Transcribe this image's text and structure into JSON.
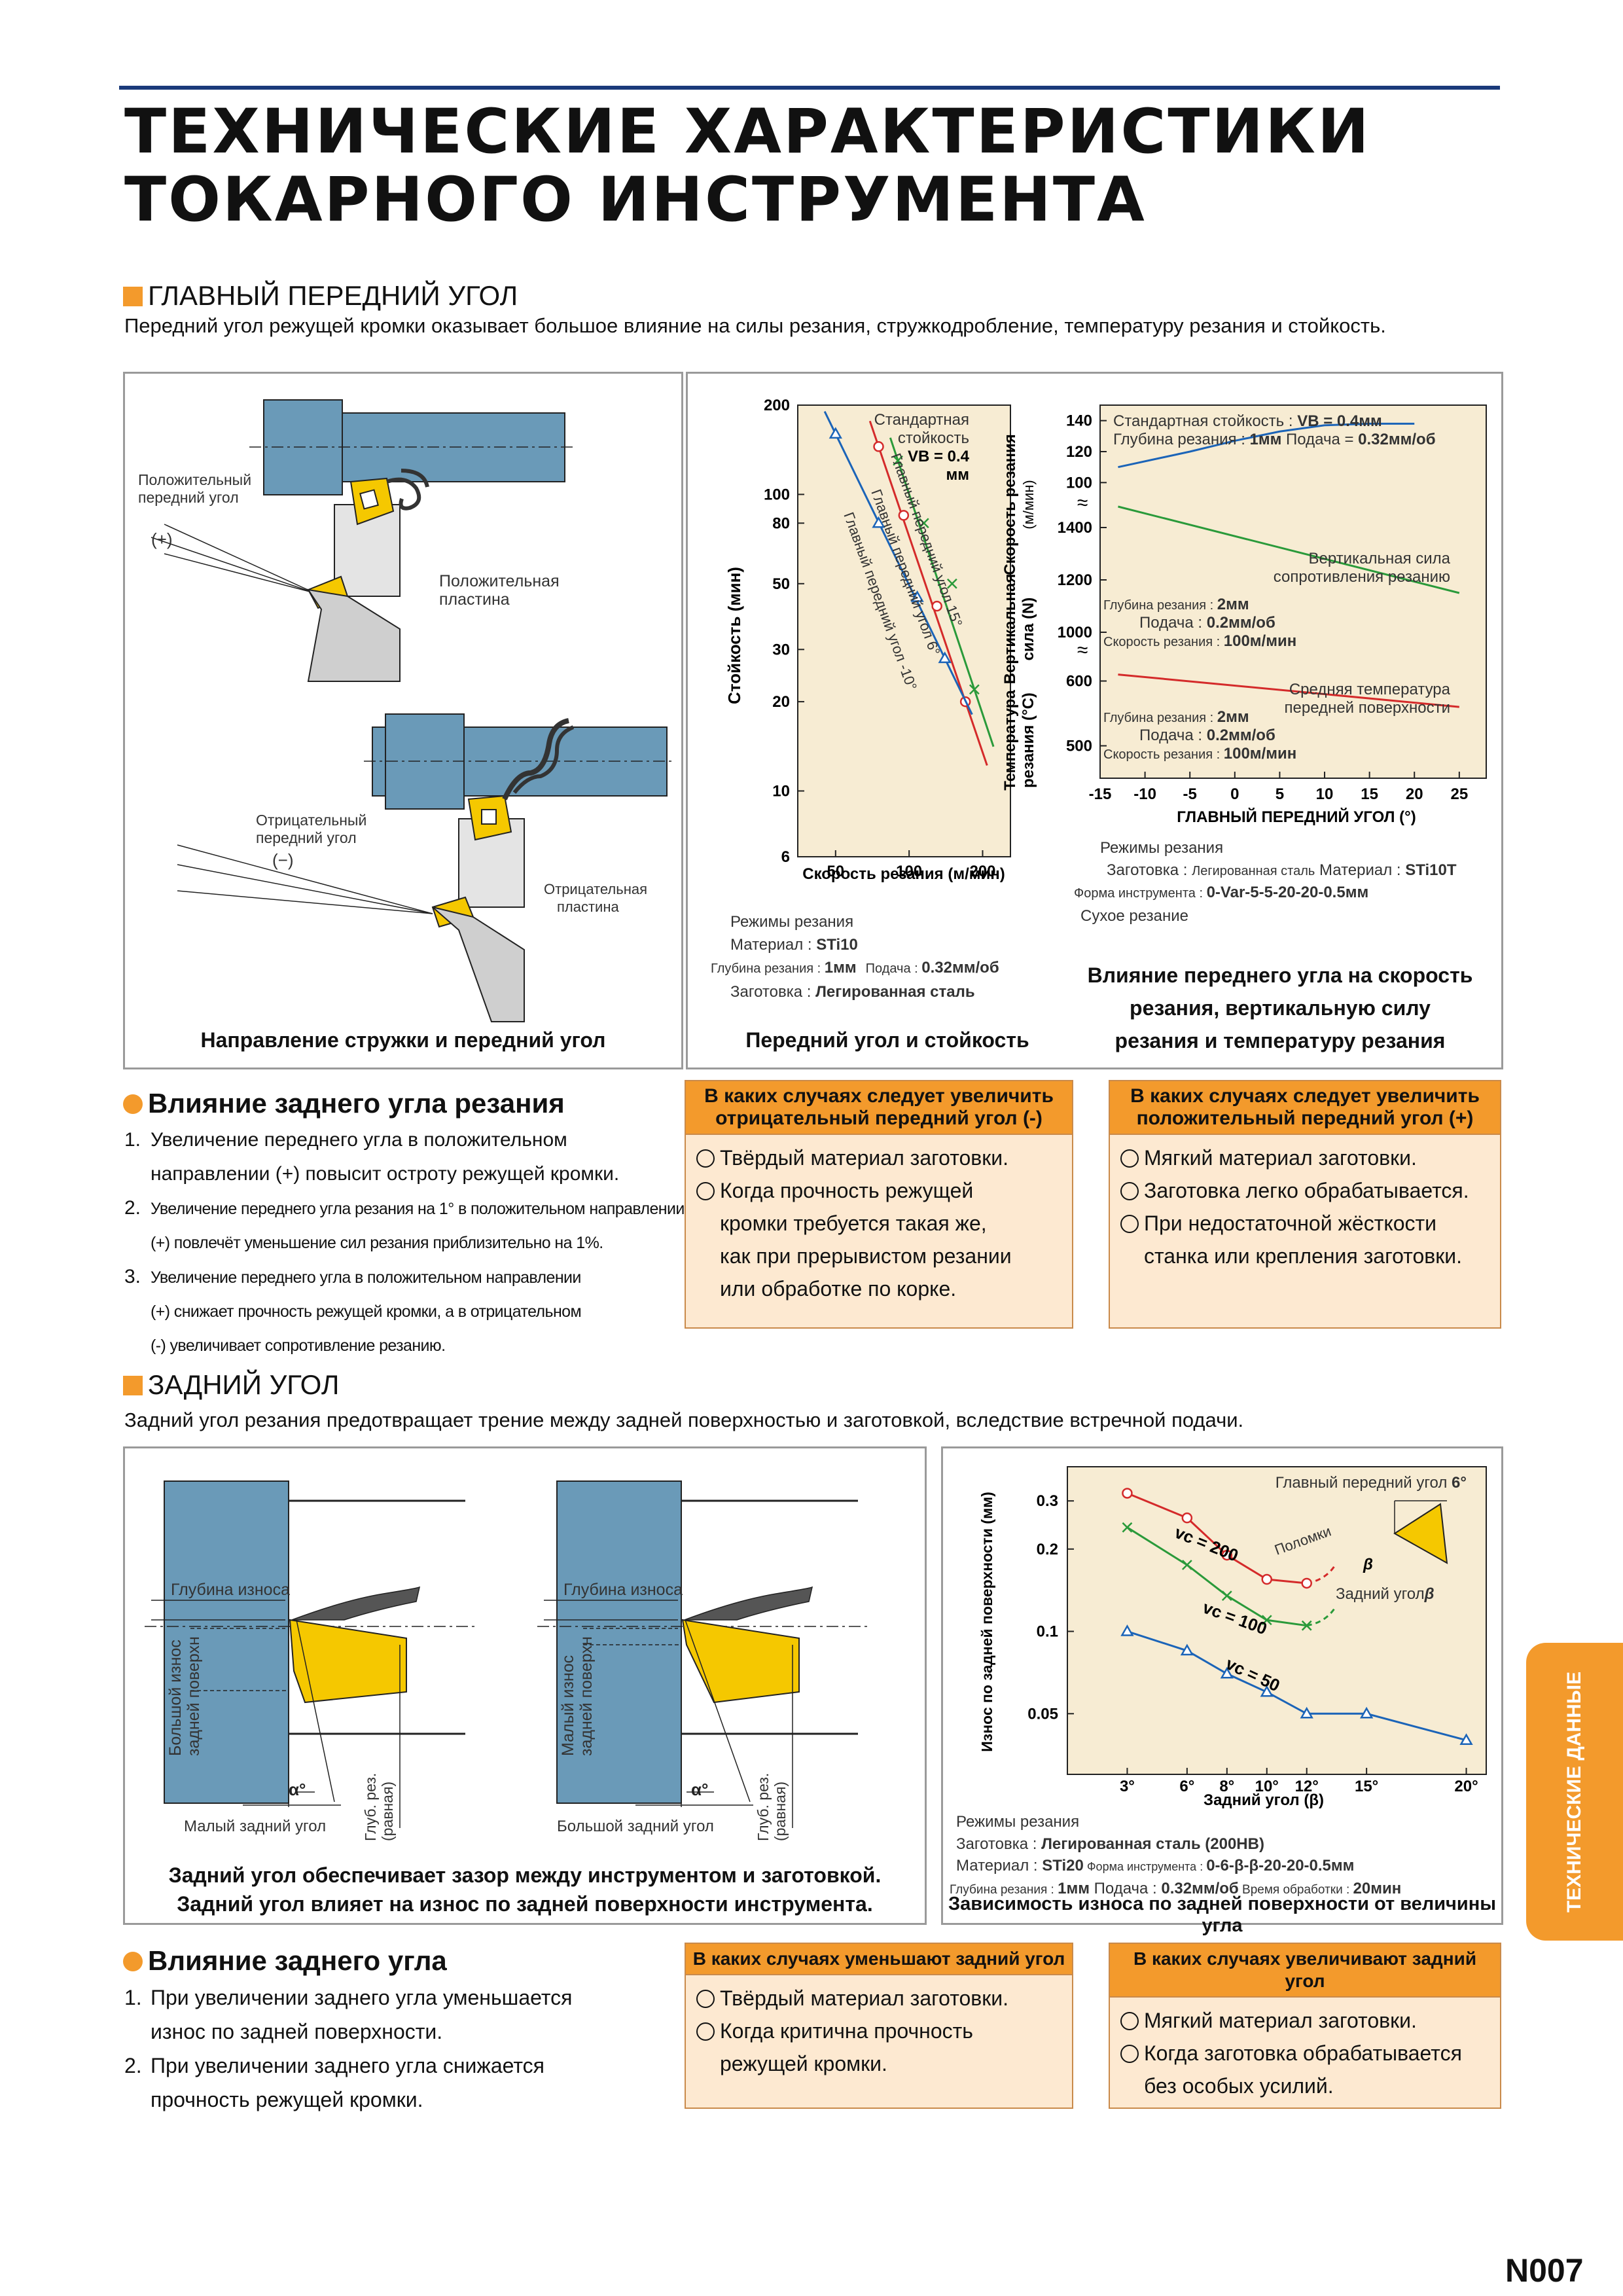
{
  "header": {
    "title_line1": "ТЕХНИЧЕСКИЕ ХАРАКТЕРИСТИКИ",
    "title_line2": "ТОКАРНОГО ИНСТРУМЕНТА"
  },
  "rake": {
    "heading": "ГЛАВНЫЙ ПЕРЕДНИЙ УГОЛ",
    "text": "Передний угол режущей кромки оказывает большое влияние на силы резания, стружкодробление, температуру резания и стойкость.",
    "fig1": {
      "pos_label": [
        "Положительный",
        "передний угол"
      ],
      "plus": "(+)",
      "pos_insert": [
        "Положительная",
        "пластина"
      ],
      "neg_label": [
        "Отрицательный",
        "передний угол"
      ],
      "minus": "(−)",
      "neg_insert": [
        "Отрицательная",
        "пластина"
      ],
      "caption": "Направление стружки и передний угол"
    },
    "fig2": {
      "ylabel": "Стойкость (мин)",
      "xlabel": "Скорость резания (м/мин)",
      "yticks": [
        "200",
        "100",
        "80",
        "50",
        "30",
        "20",
        "10",
        "6"
      ],
      "xticks": [
        "50",
        "100",
        "200"
      ],
      "note": [
        "Стандартная",
        "стойкость",
        "VB = 0.4",
        "мм"
      ],
      "lines": [
        "Главный передний угол 15°",
        "Главный передний угол 6°",
        "Главный передний угол -10°"
      ],
      "cond_title": "Режимы резания",
      "cond_mat_k": "Материал : ",
      "cond_mat_v": "STi10",
      "cond_depth_k": "Глубина резания : ",
      "cond_depth_v": "1мм",
      "cond_feed_k": "Подача : ",
      "cond_feed_v": "0.32мм/об",
      "cond_wp_k": "Заготовка : ",
      "cond_wp_v": "Легированная сталь",
      "caption": "Передний угол и стойкость"
    },
    "fig3": {
      "ylabel1": "Скорость резания",
      "ylabel1u": "(м/мин)",
      "ylabel2": "Вертикальная",
      "ylabel2b": "сила (N)",
      "ylabel3": "Температура",
      "ylabel3b": "резания (°C)",
      "top_note1_k": "Стандартная стойкость : ",
      "top_note1_v": "VB = 0.4мм",
      "top_note2_k": "Глубина резания : ",
      "top_note2_v": "1мм",
      "top_note2_k2": "  Подача = ",
      "top_note2_v2": "0.32мм/об",
      "speed_ticks": [
        "140",
        "120",
        "100"
      ],
      "force_ticks": [
        "1400",
        "1200",
        "1000"
      ],
      "temp_ticks": [
        "600",
        "500"
      ],
      "approx": "≈",
      "force_label": [
        "Вертикальная сила",
        "сопротивления резанию"
      ],
      "force_cond": {
        "d_k": "Глубина резания : ",
        "d_v": "2мм",
        "f_k": "Подача : ",
        "f_v": "0.2мм/об",
        "s_k": "Скорость резания : ",
        "s_v": "100м/мин"
      },
      "temp_label": [
        "Средняя температура",
        "передней поверхности"
      ],
      "temp_cond": {
        "d_k": "Глубина резания : ",
        "d_v": "2мм",
        "f_k": "Подача : ",
        "f_v": "0.2мм/об",
        "s_k": "Скорость резания : ",
        "s_v": "100м/мин"
      },
      "xticks": [
        "-15",
        "-10",
        "-5",
        "0",
        "5",
        "10",
        "15",
        "20",
        "25"
      ],
      "xlabel": "ГЛАВНЫЙ ПЕРЕДНИЙ УГОЛ (°)",
      "cond_title": "Режимы резания",
      "cond_wp_k": "Заготовка : ",
      "cond_wp_v": "Легированная сталь",
      "cond_mat_k": "  Материал : ",
      "cond_mat_v": "STi10T",
      "cond_shape_k": "Форма инструмента : ",
      "cond_shape_v": "0-Var-5-5-20-20-0.5мм",
      "cond_dry": "Сухое резание",
      "caption": [
        "Влияние переднего угла на скорость",
        "резания, вертикальную силу",
        "резания и температуру резания"
      ]
    },
    "effect": {
      "heading": "Влияние заднего угла резания",
      "items": [
        {
          "n": "1.",
          "l1": "Увеличение переднего угла в положительном",
          "l2": "направлении (+) повысит остроту режущей кромки."
        },
        {
          "n": "2.",
          "l1": "Увеличение переднего угла резания на 1° в положительном направлении",
          "l2": "(+) повлечёт уменьшение сил резания приблизительно на 1%."
        },
        {
          "n": "3.",
          "l1": "Увеличение переднего угла в положительном направлении",
          "l2": "(+) снижает прочность режущей кромки, а в отрицательном",
          "l3": "(-) увеличивает сопротивление резанию."
        }
      ]
    },
    "box_neg": {
      "title1": "В каких случаях следует увеличить",
      "title2": "отрицательный передний угол (-)",
      "i1": "Твёрдый материал заготовки.",
      "i2a": "Когда прочность режущей",
      "i2b": "кромки требуется такая же,",
      "i2c": "как при прерывистом резании",
      "i2d": "или обработке по корке."
    },
    "box_pos": {
      "title1": "В каких случаях следует увеличить",
      "title2": "положительный передний угол (+)",
      "i1": "Мягкий материал заготовки.",
      "i2": "Заготовка легко обрабатывается.",
      "i3a": "При недостаточной жёсткости",
      "i3b": "станка или крепления заготовки."
    }
  },
  "relief": {
    "heading": "ЗАДНИЙ УГОЛ",
    "text": "Задний угол резания предотвращает трение между задней поверхностью и заготовкой, вследствие встречной подачи.",
    "fig1": {
      "wear_depth": "Глубина износа",
      "big_wear": [
        "Большой износ",
        "задней поверхн"
      ],
      "small_relief": "Малый задний угол",
      "small_wear": [
        "Малый износ",
        "задней поверхн"
      ],
      "big_relief": "Большой задний угол",
      "alpha": "α°",
      "depth_eq": [
        "Глуб. рез.",
        "(равная)"
      ],
      "caption1": "Задний угол обеспечивает зазор между инструментом и заготовкой.",
      "caption2": "Задний угол влияет на износ по задней поверхности инструмента."
    },
    "fig2": {
      "ylabel": "Износ по задней поверхности (мм)",
      "yticks": [
        "0.3",
        "0.2",
        "0.1",
        "0.05"
      ],
      "xticks": [
        "3°",
        "6°",
        "8°",
        "10°",
        "12°",
        "15°",
        "20°"
      ],
      "xlabel": "Задний угол (β)",
      "rake_note_k": "Главный передний угол ",
      "rake_note_v": "6°",
      "breakage": "Поломки",
      "beta": "β",
      "relief_label_k": "Задний угол",
      "relief_label_v": "β",
      "series": [
        "vc = 200",
        "vc = 100",
        "vc = 50"
      ],
      "cond_title": "Режимы резания",
      "cond_wp_k": "Заготовка : ",
      "cond_wp_v": "Легированная сталь (200HB)",
      "cond_mat_k": "Материал : ",
      "cond_mat_v": "STi20",
      "cond_shape_k": " Форма инструмента : ",
      "cond_shape_v": "0-6-β-β-20-20-0.5мм",
      "cond_d_k": "Глубина резания : ",
      "cond_d_v": "1мм",
      "cond_f_k": "    Подача : ",
      "cond_f_v": "0.32мм/об",
      "cond_t_k": "   Время обработки : ",
      "cond_t_v": "20мин",
      "caption": "Зависимость износа по задней поверхности от величины угла"
    },
    "effect": {
      "heading": "Влияние заднего угла",
      "items": [
        {
          "n": "1.",
          "l1": "При увеличении заднего угла уменьшается",
          "l2": "износ по задней поверхности."
        },
        {
          "n": "2.",
          "l1": "При увеличении заднего угла снижается",
          "l2": "прочность режущей кромки."
        }
      ]
    },
    "box_dec": {
      "title": "В каких случаях уменьшают задний угол",
      "i1": "Твёрдый материал заготовки.",
      "i2a": "Когда критична прочность",
      "i2b": "режущей кромки."
    },
    "box_inc": {
      "title": "В каких случаях увеличивают задний угол",
      "i1": "Мягкий материал заготовки.",
      "i2a": "Когда заготовка обрабатывается",
      "i2b": "без особых усилий."
    }
  },
  "side_tab": "ТЕХНИЧЕСКИЕ ДАННЫЕ",
  "page_number": "N007",
  "chart_data": [
    {
      "type": "line",
      "title": "Передний угол и стойкость",
      "xlabel": "Скорость резания (м/мин)",
      "ylabel": "Стойкость (мин)",
      "x_scale": "log",
      "y_scale": "log",
      "xlim": [
        35,
        260
      ],
      "ylim": [
        6,
        200
      ],
      "series": [
        {
          "name": "Главный передний угол 15°",
          "color": "#2a9a3a",
          "marker": "x",
          "x": [
            90,
            115,
            150,
            185
          ],
          "y": [
            130,
            80,
            50,
            22
          ]
        },
        {
          "name": "Главный передний угол 6°",
          "color": "#d42a2a",
          "marker": "o",
          "x": [
            75,
            95,
            130,
            170
          ],
          "y": [
            145,
            85,
            42,
            20
          ]
        },
        {
          "name": "Главный передний угол -10°",
          "color": "#1b64b8",
          "marker": "triangle",
          "x": [
            50,
            75,
            108,
            140
          ],
          "y": [
            160,
            80,
            45,
            28
          ]
        }
      ]
    },
    {
      "type": "line",
      "title": "Влияние переднего угла на скорость резания, вертикальную силу резания и температуру резания",
      "xlabel": "ГЛАВНЫЙ ПЕРЕДНИЙ УГОЛ (°)",
      "xlim": [
        -15,
        28
      ],
      "series": [
        {
          "name": "Скорость резания (м/мин)",
          "color": "#1b64b8",
          "x": [
            -13,
            -5,
            0,
            5,
            10,
            15,
            20
          ],
          "y": [
            110,
            120,
            127,
            133,
            137,
            138,
            138
          ]
        },
        {
          "name": "Вертикальная сила сопротивления резанию (N)",
          "color": "#2a9a3a",
          "x": [
            -13,
            25
          ],
          "y": [
            1480,
            1150
          ]
        },
        {
          "name": "Средняя температура передней поверхности (°C)",
          "color": "#d42a2a",
          "x": [
            -13,
            25
          ],
          "y": [
            610,
            560
          ]
        }
      ]
    },
    {
      "type": "line",
      "title": "Зависимость износа по задней поверхности от величины угла",
      "xlabel": "Задний угол (β)",
      "ylabel": "Износ по задней поверхности (мм)",
      "y_scale": "log",
      "xlim": [
        0,
        21
      ],
      "ylim": [
        0.03,
        0.4
      ],
      "series": [
        {
          "name": "vc = 200",
          "color": "#d42a2a",
          "marker": "o",
          "x": [
            3,
            6,
            8,
            10,
            12
          ],
          "y": [
            0.32,
            0.26,
            0.19,
            0.155,
            0.15
          ]
        },
        {
          "name": "vc = 100",
          "color": "#2a9a3a",
          "marker": "x",
          "x": [
            3,
            6,
            8,
            10,
            12
          ],
          "y": [
            0.24,
            0.175,
            0.135,
            0.11,
            0.105
          ]
        },
        {
          "name": "vc = 50",
          "color": "#1b64b8",
          "marker": "triangle",
          "x": [
            3,
            6,
            8,
            10,
            12,
            15,
            20
          ],
          "y": [
            0.1,
            0.085,
            0.07,
            0.06,
            0.05,
            0.05,
            0.04
          ]
        }
      ]
    }
  ]
}
